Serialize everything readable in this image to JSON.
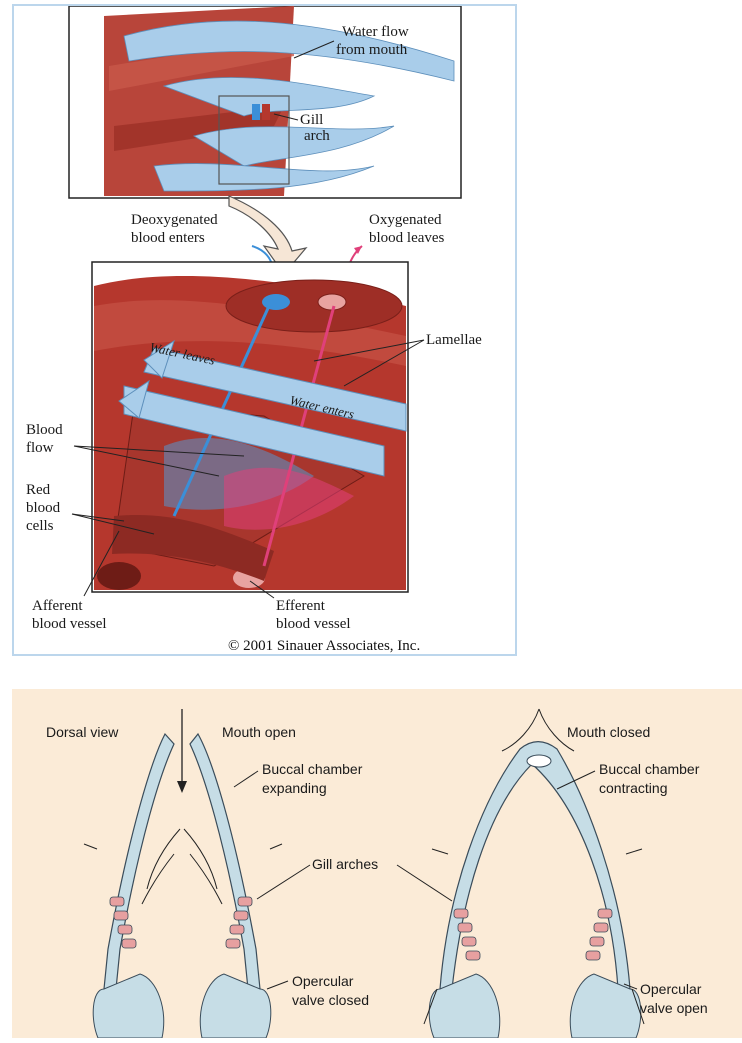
{
  "top": {
    "labels": {
      "water_flow_1": "Water flow",
      "water_flow_2": "from mouth",
      "gill_arch_1": "Gill",
      "gill_arch_2": "arch",
      "deoxy_1": "Deoxygenated",
      "deoxy_2": "blood enters",
      "oxy_1": "Oxygenated",
      "oxy_2": "blood leaves",
      "lamellae": "Lamellae",
      "water_leaves": "Water leaves",
      "water_enters": "Water enters",
      "blood_flow_1": "Blood",
      "blood_flow_2": "flow",
      "rbc_1": "Red",
      "rbc_2": "blood",
      "rbc_3": "cells",
      "afferent_1": "Afferent",
      "afferent_2": "blood vessel",
      "efferent_1": "Efferent",
      "efferent_2": "blood vessel"
    },
    "copyright": "© 2001 Sinauer Associates, Inc."
  },
  "bottom": {
    "labels": {
      "dorsal_view": "Dorsal view",
      "mouth_open": "Mouth open",
      "buccal_exp_1": "Buccal chamber",
      "buccal_exp_2": "expanding",
      "gill_arches": "Gill arches",
      "opercular_closed_1": "Opercular",
      "opercular_closed_2": "valve closed",
      "mouth_closed": "Mouth closed",
      "buccal_con_1": "Buccal chamber",
      "buccal_con_2": "contracting",
      "opercular_open_1": "Opercular",
      "opercular_open_2": "valve open"
    }
  },
  "colors": {
    "muscle": "#b5372d",
    "water": "#a9cdea",
    "deoxygenated": "#3b8fd8",
    "oxygenated": "#e0407a",
    "background_bottom": "#fbebd7",
    "frame": "#bcd6ec"
  }
}
